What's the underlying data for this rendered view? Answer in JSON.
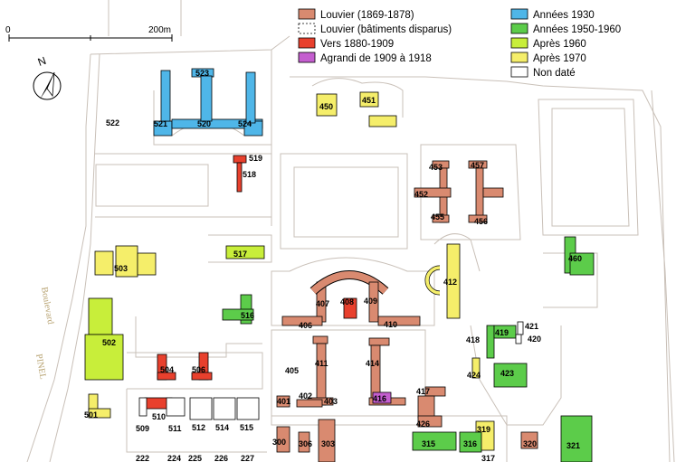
{
  "colors": {
    "louvier": "#d98a70",
    "disparus": "#ffffff",
    "vers1880": "#e8402d",
    "agrandi": "#c45ecf",
    "annees1930": "#4fb6e8",
    "annees1950": "#5ccc4a",
    "apres1960": "#c8ee3a",
    "apres1970": "#f5ee6a",
    "nondate": "#ffffff",
    "road": "#c9c0b8",
    "street_label": "#b8a372"
  },
  "scale": {
    "start": "0",
    "end": "200m"
  },
  "north": "N",
  "legend": [
    {
      "key": "louvier",
      "label": "Louvier (1869-1878)"
    },
    {
      "key": "disparus",
      "label": "Louvier (bâtiments disparus)"
    },
    {
      "key": "vers1880",
      "label": "Vers 1880-1909"
    },
    {
      "key": "agrandi",
      "label": "Agrandi de 1909 à 1918"
    },
    {
      "key": "annees1930",
      "label": "Années 1930"
    },
    {
      "key": "annees1950",
      "label": "Années 1950-1960"
    },
    {
      "key": "apres1960",
      "label": "Après 1960"
    },
    {
      "key": "apres1970",
      "label": "Après 1970"
    },
    {
      "key": "nondate",
      "label": "Non daté"
    }
  ],
  "streets": {
    "boulevard": "Boulevard",
    "pinel": "PINEL"
  },
  "buildings": [
    {
      "id": "523",
      "era": "annees1930"
    },
    {
      "id": "521",
      "era": "annees1930"
    },
    {
      "id": "520",
      "era": "annees1930"
    },
    {
      "id": "524",
      "era": "annees1930"
    },
    {
      "id": "522",
      "era": "nondate"
    },
    {
      "id": "450",
      "era": "apres1970"
    },
    {
      "id": "451",
      "era": "apres1970"
    },
    {
      "id": "519",
      "era": "vers1880"
    },
    {
      "id": "518",
      "era": "vers1880"
    },
    {
      "id": "453",
      "era": "louvier"
    },
    {
      "id": "457",
      "era": "louvier"
    },
    {
      "id": "452",
      "era": "louvier"
    },
    {
      "id": "455",
      "era": "louvier"
    },
    {
      "id": "456",
      "era": "louvier"
    },
    {
      "id": "517",
      "era": "apres1960"
    },
    {
      "id": "460",
      "era": "annees1950"
    },
    {
      "id": "503",
      "era": "apres1970"
    },
    {
      "id": "412",
      "era": "apres1970"
    },
    {
      "id": "407",
      "era": "louvier"
    },
    {
      "id": "408",
      "era": "vers1880"
    },
    {
      "id": "409",
      "era": "louvier"
    },
    {
      "id": "516",
      "era": "annees1950"
    },
    {
      "id": "406",
      "era": "louvier"
    },
    {
      "id": "410",
      "era": "louvier"
    },
    {
      "id": "421",
      "era": "nondate"
    },
    {
      "id": "418",
      "era": "annees1950"
    },
    {
      "id": "419",
      "era": "annees1950"
    },
    {
      "id": "420",
      "era": "nondate"
    },
    {
      "id": "502",
      "era": "apres1960"
    },
    {
      "id": "411",
      "era": "louvier"
    },
    {
      "id": "414",
      "era": "louvier"
    },
    {
      "id": "405",
      "era": "nondate"
    },
    {
      "id": "504",
      "era": "vers1880"
    },
    {
      "id": "506",
      "era": "vers1880"
    },
    {
      "id": "424",
      "era": "apres1970"
    },
    {
      "id": "423",
      "era": "annees1950"
    },
    {
      "id": "417",
      "era": "louvier"
    },
    {
      "id": "401",
      "era": "louvier"
    },
    {
      "id": "402",
      "era": "louvier"
    },
    {
      "id": "403",
      "era": "nondate"
    },
    {
      "id": "416",
      "era": "agrandi"
    },
    {
      "id": "501",
      "era": "apres1970"
    },
    {
      "id": "510",
      "era": "vers1880"
    },
    {
      "id": "509",
      "era": "nondate"
    },
    {
      "id": "511",
      "era": "nondate"
    },
    {
      "id": "512",
      "era": "nondate"
    },
    {
      "id": "514",
      "era": "nondate"
    },
    {
      "id": "515",
      "era": "nondate"
    },
    {
      "id": "426",
      "era": "louvier"
    },
    {
      "id": "319",
      "era": "apres1970"
    },
    {
      "id": "300",
      "era": "louvier"
    },
    {
      "id": "306",
      "era": "louvier"
    },
    {
      "id": "303",
      "era": "louvier"
    },
    {
      "id": "315",
      "era": "annees1950"
    },
    {
      "id": "316",
      "era": "annees1950"
    },
    {
      "id": "320",
      "era": "louvier"
    },
    {
      "id": "321",
      "era": "annees1950"
    },
    {
      "id": "222",
      "era": "nondate"
    },
    {
      "id": "224",
      "era": "nondate"
    },
    {
      "id": "225",
      "era": "nondate"
    },
    {
      "id": "226",
      "era": "nondate"
    },
    {
      "id": "227",
      "era": "nondate"
    },
    {
      "id": "317",
      "era": "nondate"
    }
  ]
}
